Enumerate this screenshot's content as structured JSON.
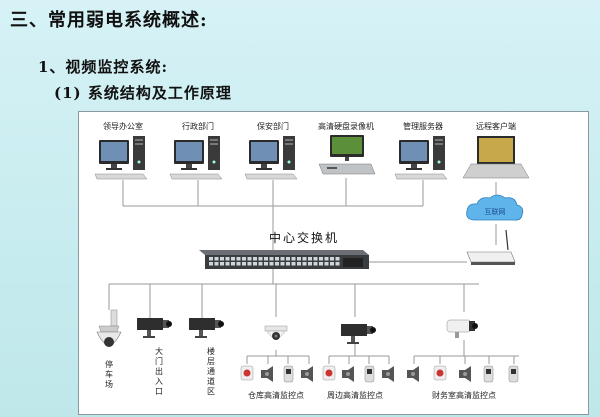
{
  "headings": {
    "main": "三、常用弱电系统概述:",
    "sub1": "1、视频监控系统:",
    "sub2": "(1) 系统结构及工作原理"
  },
  "diagram": {
    "top_devices": [
      {
        "label": "领导办公室",
        "icon": "desktop-pc-icon"
      },
      {
        "label": "行政部门",
        "icon": "desktop-pc-icon"
      },
      {
        "label": "保安部门",
        "icon": "desktop-pc-icon"
      },
      {
        "label": "高清硬盘录像机",
        "icon": "nvr-recorder-icon"
      },
      {
        "label": "管理服务器",
        "icon": "desktop-pc-icon"
      },
      {
        "label": "远程客户端",
        "icon": "laptop-icon"
      }
    ],
    "internet_label": "互联网",
    "switch_label": "中心交换机",
    "bottom_groups": {
      "parking": "停车场",
      "gate": "大门出入口",
      "corridor": "楼层通道区",
      "warehouse": "仓库高清监控点",
      "perimeter": "周边高清监控点",
      "finance": "财务室高清监控点"
    },
    "colors": {
      "monitor": "#2b2b2b",
      "screen": "#5a7fa8",
      "switch": "#3a3d40",
      "cloud": "#4aa3e0"
    }
  }
}
